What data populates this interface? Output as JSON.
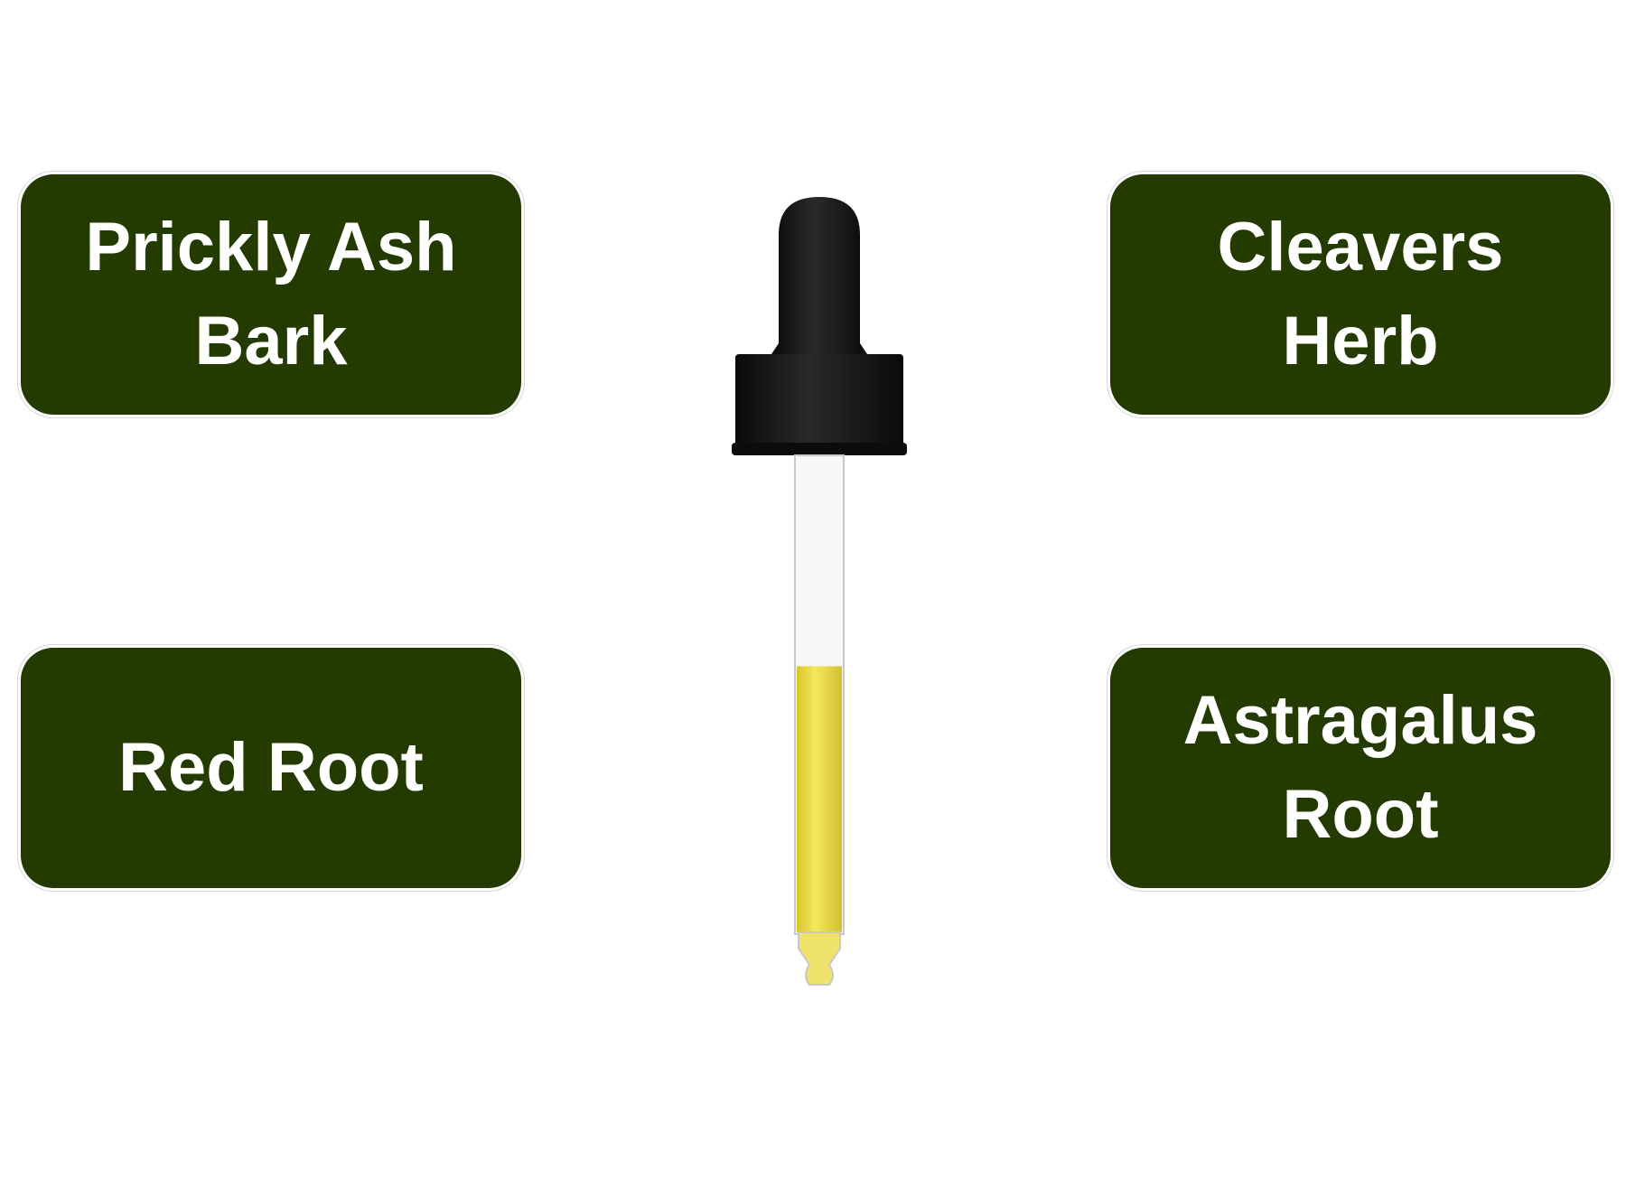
{
  "labels": [
    {
      "text": "Prickly Ash Bark"
    },
    {
      "text": "Cleavers Herb"
    },
    {
      "text": "Red Root"
    },
    {
      "text": "Astragalus Root"
    }
  ],
  "colors": {
    "box": "#243b00",
    "text": "#ffffff",
    "liquid": "#f2e35a",
    "cap": "#111111"
  },
  "dropper": {
    "fill_fraction": 0.56
  }
}
